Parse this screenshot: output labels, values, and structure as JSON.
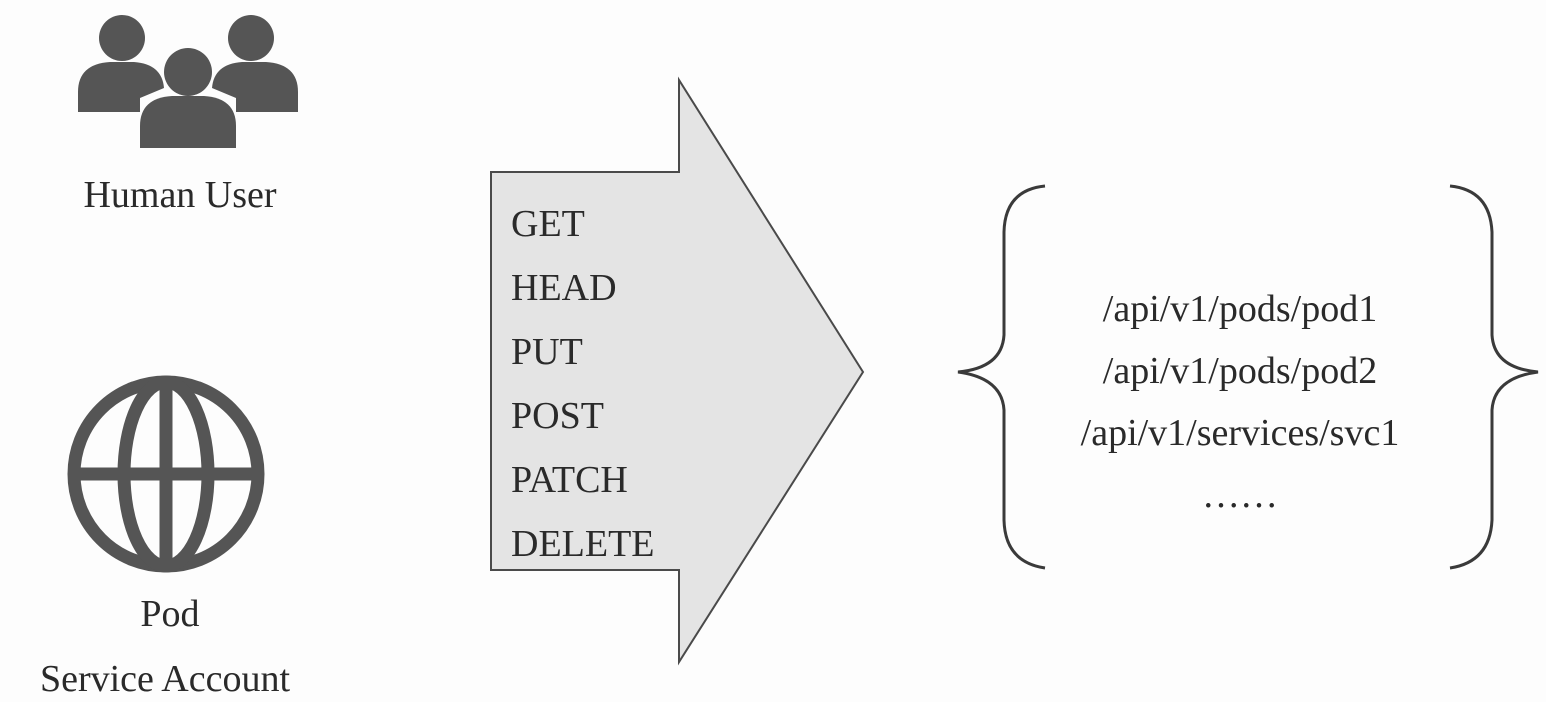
{
  "subjects": {
    "human_user": "Human User",
    "pod_line1": "Pod",
    "pod_line2": "Service Account"
  },
  "verbs": [
    "GET",
    "HEAD",
    "PUT",
    "POST",
    "PATCH",
    "DELETE"
  ],
  "resources": [
    "/api/v1/pods/pod1",
    "/api/v1/pods/pod2",
    "/api/v1/services/svc1",
    "……"
  ],
  "colors": {
    "icon": "#555555",
    "arrow_fill": "#e4e4e4",
    "arrow_stroke": "#4a4a4a",
    "text": "#2a2a2a"
  }
}
